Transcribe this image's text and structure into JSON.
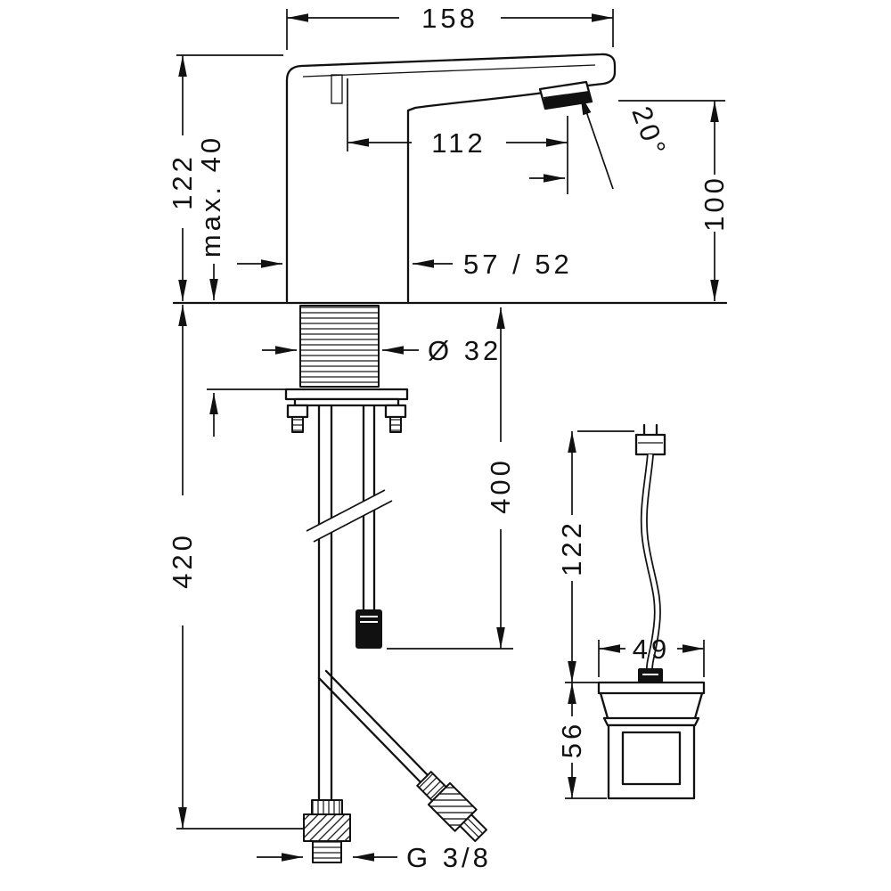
{
  "drawing": {
    "dims": {
      "overall_width": "158",
      "height_above_deck": "122",
      "max_deck_thickness": "max. 40",
      "spout_reach": "112",
      "spout_angle": "20°",
      "outlet_height": "100",
      "body_depth": "57 / 52",
      "shank_diameter": "Ø 32",
      "cable_length": "400",
      "hose_length": "420",
      "box_cable_height": "122",
      "box_width": "49",
      "box_height": "56",
      "connection_thread": "G 3/8"
    }
  }
}
